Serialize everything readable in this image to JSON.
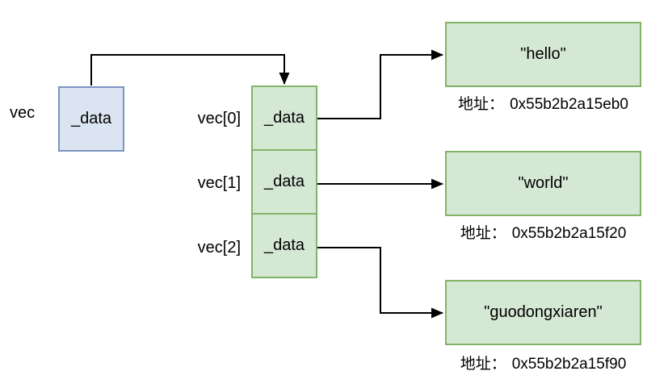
{
  "colors": {
    "canvas_bg": "#ffffff",
    "pointer_box_fill": "#dbe5f1",
    "pointer_box_border": "#7b93c0",
    "array_cell_fill": "#d5e8d4",
    "array_cell_border": "#82b366",
    "string_box_fill": "#d5e8d4",
    "string_box_border": "#82b366",
    "arrow_color": "#000000",
    "text_color": "#000000"
  },
  "vector": {
    "label": "vec",
    "member_label": "_data"
  },
  "array_cells": [
    {
      "index_label": "vec[0]",
      "member_label": "_data"
    },
    {
      "index_label": "vec[1]",
      "member_label": "_data"
    },
    {
      "index_label": "vec[2]",
      "member_label": "_data"
    }
  ],
  "strings": [
    {
      "value": "\"hello\"",
      "address_prefix": "地址：",
      "address": "0x55b2b2a15eb0"
    },
    {
      "value": "\"world\"",
      "address_prefix": "地址：",
      "address": "0x55b2b2a15f20"
    },
    {
      "value": "\"guodongxiaren\"",
      "address_prefix": "地址：",
      "address": "0x55b2b2a15f90"
    }
  ]
}
